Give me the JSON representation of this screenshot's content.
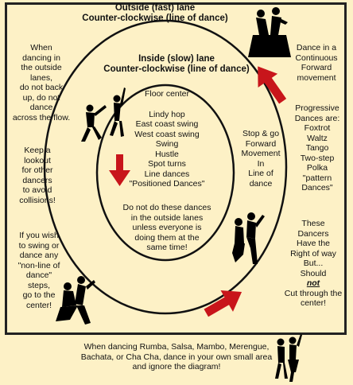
{
  "outer_lane": {
    "line1": "Outside (fast) lane",
    "line2": "Counter-clockwise (line of dance)"
  },
  "inner_lane": {
    "line1": "Inside (slow) lane",
    "line2": "Counter-clockwise (line of dance)"
  },
  "floor_center": {
    "title": "Floor center",
    "items": [
      "Lindy hop",
      "East coast swing",
      "West coast swing",
      "Swing",
      "Hustle",
      "Spot turns",
      "Line dances",
      "\"Positioned Dances\""
    ],
    "warning": [
      "Do not do these dances",
      "in the outside lanes",
      "unless everyone is",
      "doing them at the",
      "same time!"
    ]
  },
  "stop_go": [
    "Stop & go",
    "Forward",
    "Movement",
    "In",
    "Line of",
    "dance"
  ],
  "left_notes": {
    "no_backup": [
      "When",
      "dancing in",
      "the outside",
      "lanes,",
      "do not back",
      "up, do not",
      "dance",
      "across the flow."
    ],
    "lookout": [
      "Keep a",
      "lookout",
      "for other",
      "dancers",
      "to avoid",
      "collisions!"
    ],
    "swing": [
      "If you wish",
      "to swing or",
      "dance any",
      "\"non-line of dance\"",
      "steps,",
      "go to the",
      "center!"
    ]
  },
  "right_notes": {
    "continuous": [
      "Dance in a",
      "Continuous",
      "Forward",
      "movement"
    ],
    "progressive": [
      "Progressive",
      "Dances are:",
      "Foxtrot",
      "Waltz",
      "Tango",
      "Two-step",
      "Polka",
      "\"pattern",
      "Dances\""
    ],
    "right_of_way": {
      "before": [
        "These",
        "Dancers",
        "Have the",
        "Right of way",
        "But...",
        "Should"
      ],
      "emphasis": "not",
      "after": [
        "Cut through the",
        "center!"
      ]
    }
  },
  "footer": [
    "When dancing Rumba, Salsa, Mambo, Merengue,",
    "Bachata, or Cha Cha, dance in your own small area",
    "and ignore the diagram!"
  ],
  "colors": {
    "background": "#fdf1c6",
    "arrow": "#c8151b",
    "ink": "#111111",
    "silhouette": "#000000"
  }
}
